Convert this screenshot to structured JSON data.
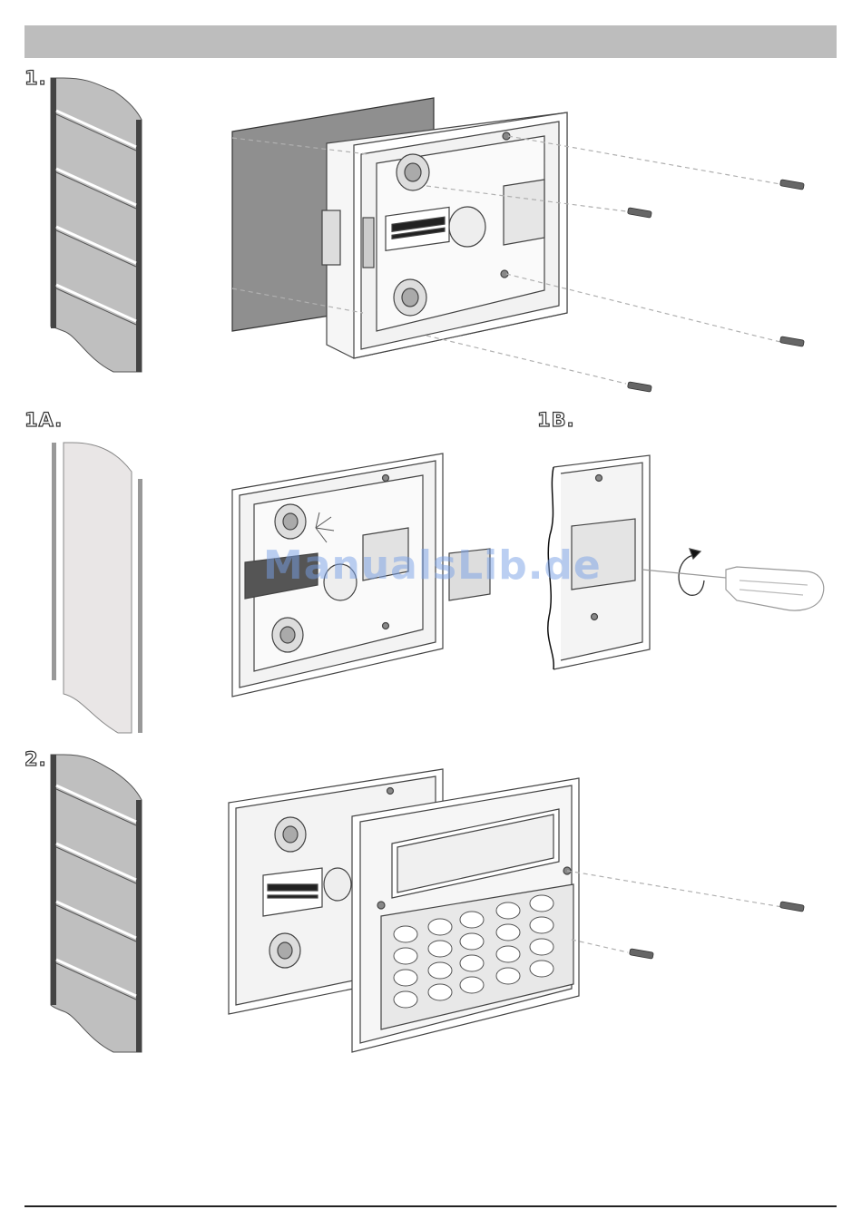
{
  "steps": {
    "step1": "1.",
    "step1a": "1A.",
    "step1b": "1B.",
    "step2": "2."
  },
  "watermark": "ManualsLib.de",
  "colors": {
    "header_bar": "#bdbdbd",
    "wall_gray": "#bfbfbf",
    "line": "#333333"
  }
}
